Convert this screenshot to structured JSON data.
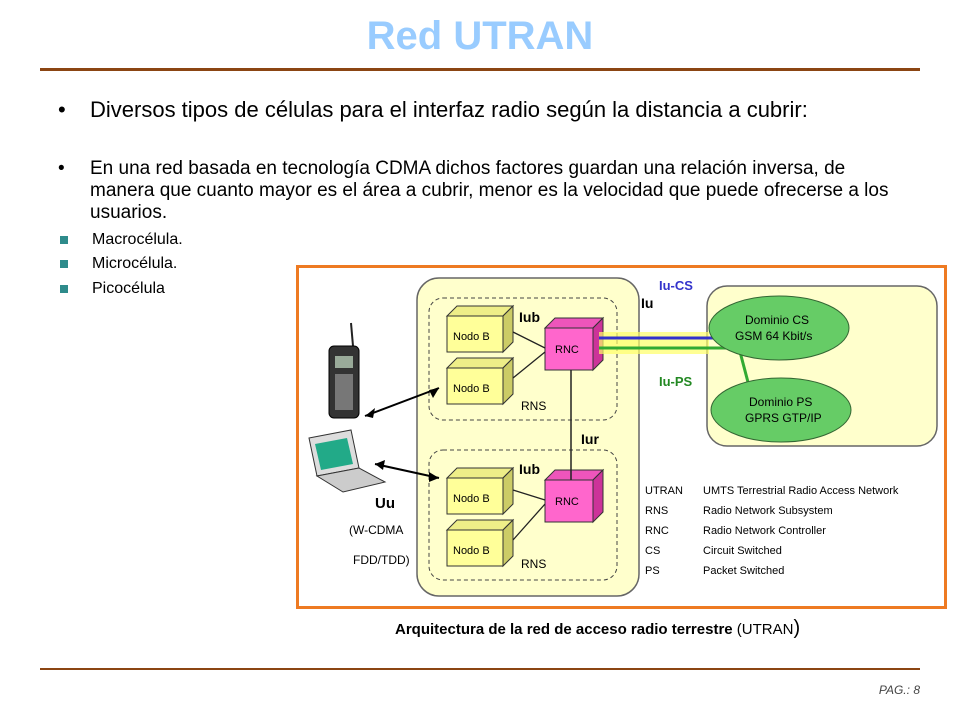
{
  "title": "Red UTRAN",
  "bullets": [
    {
      "marker": "•",
      "text": "Diversos tipos de células para el interfaz radio según la distancia a cubrir:"
    },
    {
      "marker": "•",
      "text": "En una red basada en tecnología CDMA dichos factores guardan una relación inversa, de manera que cuanto mayor es el área a cubrir, menor es la velocidad que puede ofrecerse a los usuarios."
    }
  ],
  "sub_bullets": [
    "Macrocélula.",
    "Microcélula.",
    "Picocélula"
  ],
  "diagram": {
    "iub1": "Iub",
    "iub2": "Iub",
    "iu": "Iu",
    "iu_cs": "Iu-CS",
    "iu_ps": "Iu-PS",
    "iur": "Iur",
    "nodo_b": "Nodo B",
    "rnc": "RNC",
    "rns": "RNS",
    "dominio_cs_1": "Dominio CS",
    "dominio_cs_2": "GSM 64 Kbit/s",
    "dominio_ps_1": "Dominio PS",
    "dominio_ps_2": "GPRS GTP/IP",
    "uu": "Uu",
    "wcdma": "(W-CDMA",
    "fdd": "FDD/TDD)",
    "legend": [
      {
        "abbr": "UTRAN",
        "desc": "UMTS Terrestrial Radio Access Network"
      },
      {
        "abbr": "RNS",
        "desc": "Radio Network Subsystem"
      },
      {
        "abbr": "RNC",
        "desc": "Radio Network Controller"
      },
      {
        "abbr": "CS",
        "desc": "Circuit Switched"
      },
      {
        "abbr": "PS",
        "desc": "Packet Switched"
      }
    ]
  },
  "caption_bold": "Arquitectura de la red de acceso radio terrestre",
  "caption_normal": " (UTRAN",
  "caption_paren": ")",
  "page_label": "PAG.: 8",
  "colors": {
    "title": "#99ccff",
    "rule": "#8b4513",
    "frame": "#ee7a22",
    "rnc": "#ff66cc",
    "nodo": "#ffff99",
    "cloud": "#66cc66",
    "bg_panel": "#ffffcc"
  }
}
